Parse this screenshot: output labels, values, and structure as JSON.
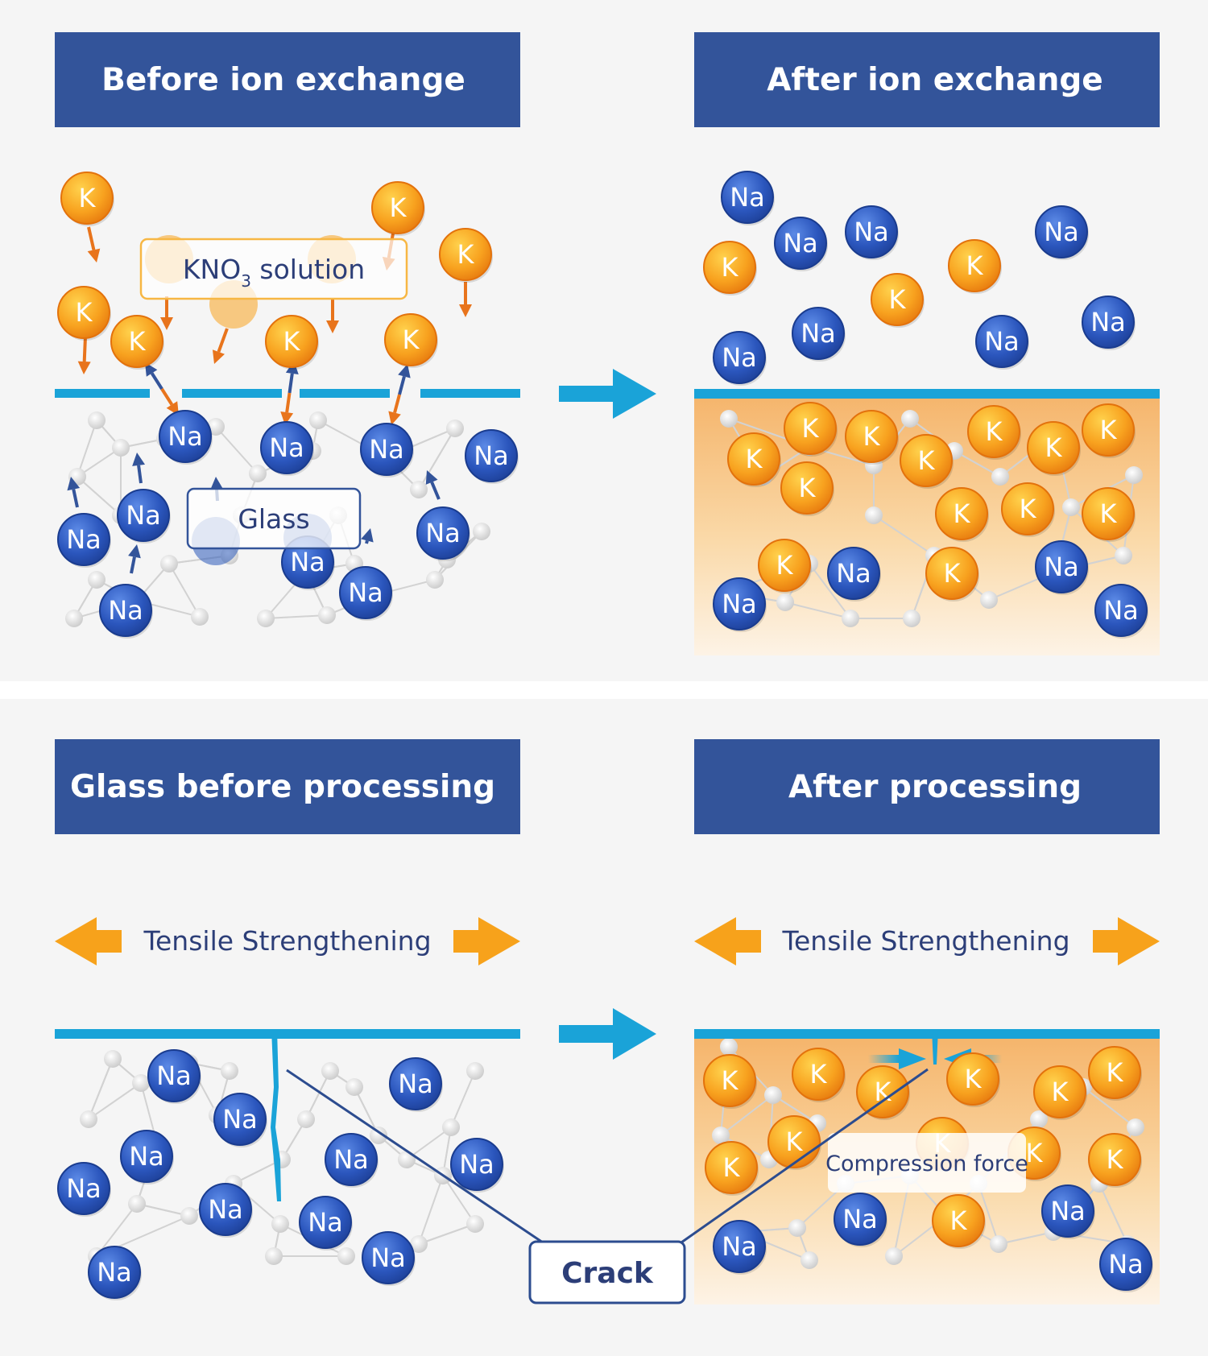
{
  "panels": {
    "top_left": {
      "title": "Before ion exchange"
    },
    "top_right": {
      "title": "After ion exchange"
    },
    "bottom_left": {
      "title": "Glass before processing"
    },
    "bottom_right": {
      "title": "After processing"
    }
  },
  "labels": {
    "solution_main": "KNO",
    "solution_sub": "3",
    "solution_rest": " solution",
    "glass": "Glass",
    "tensile_left": "Tensile Strengthening",
    "tensile_right": "Tensile Strengthening",
    "compression": "Compression force",
    "crack": "Crack"
  },
  "ions": {
    "k": "K",
    "na": "Na"
  },
  "colors": {
    "title_bg": "#33549a",
    "na_ion": "#2a58b8",
    "k_ion": "#f5951d",
    "surface_line": "#1aa3d8",
    "arrow_blue": "#1aa3d8",
    "arrow_orange": "#f7a21b",
    "treated_layer": "#f6c68a"
  }
}
